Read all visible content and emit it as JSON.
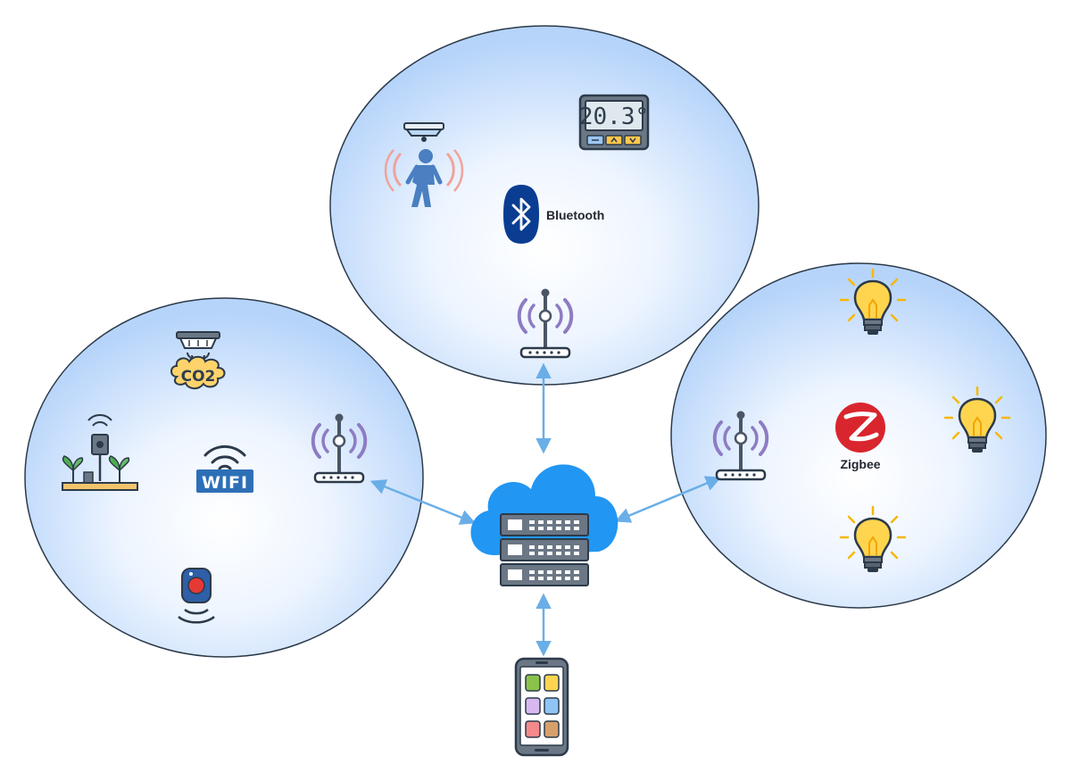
{
  "diagram": {
    "networks": {
      "bluetooth": {
        "label": "Bluetooth",
        "thermostat_reading": "20.3°"
      },
      "wifi": {
        "label": "WIFI",
        "gas_label": "CO2"
      },
      "zigbee": {
        "label": "Zigbee"
      }
    },
    "colors": {
      "circle_fill_inner": "#ffffff",
      "circle_fill_outer": "#b7d6fb",
      "circle_stroke": "#2c3a4a",
      "arrow": "#6aaee8",
      "cloud": "#2196f3",
      "bluetooth_blue": "#0a3d91",
      "wifi_blue": "#2d6fb7",
      "zigbee_red": "#d9252e",
      "bulb_yellow": "#ffd54f",
      "antenna_purple": "#8e7cc3"
    },
    "icons": [
      "occupancy-sensor-icon",
      "thermostat-icon",
      "bluetooth-logo-icon",
      "router-icon",
      "co2-detector-icon",
      "soil-sensor-icon",
      "wifi-logo-icon",
      "leak-sensor-icon",
      "light-bulb-icon",
      "zigbee-logo-icon",
      "cloud-server-icon",
      "smartphone-icon"
    ]
  }
}
